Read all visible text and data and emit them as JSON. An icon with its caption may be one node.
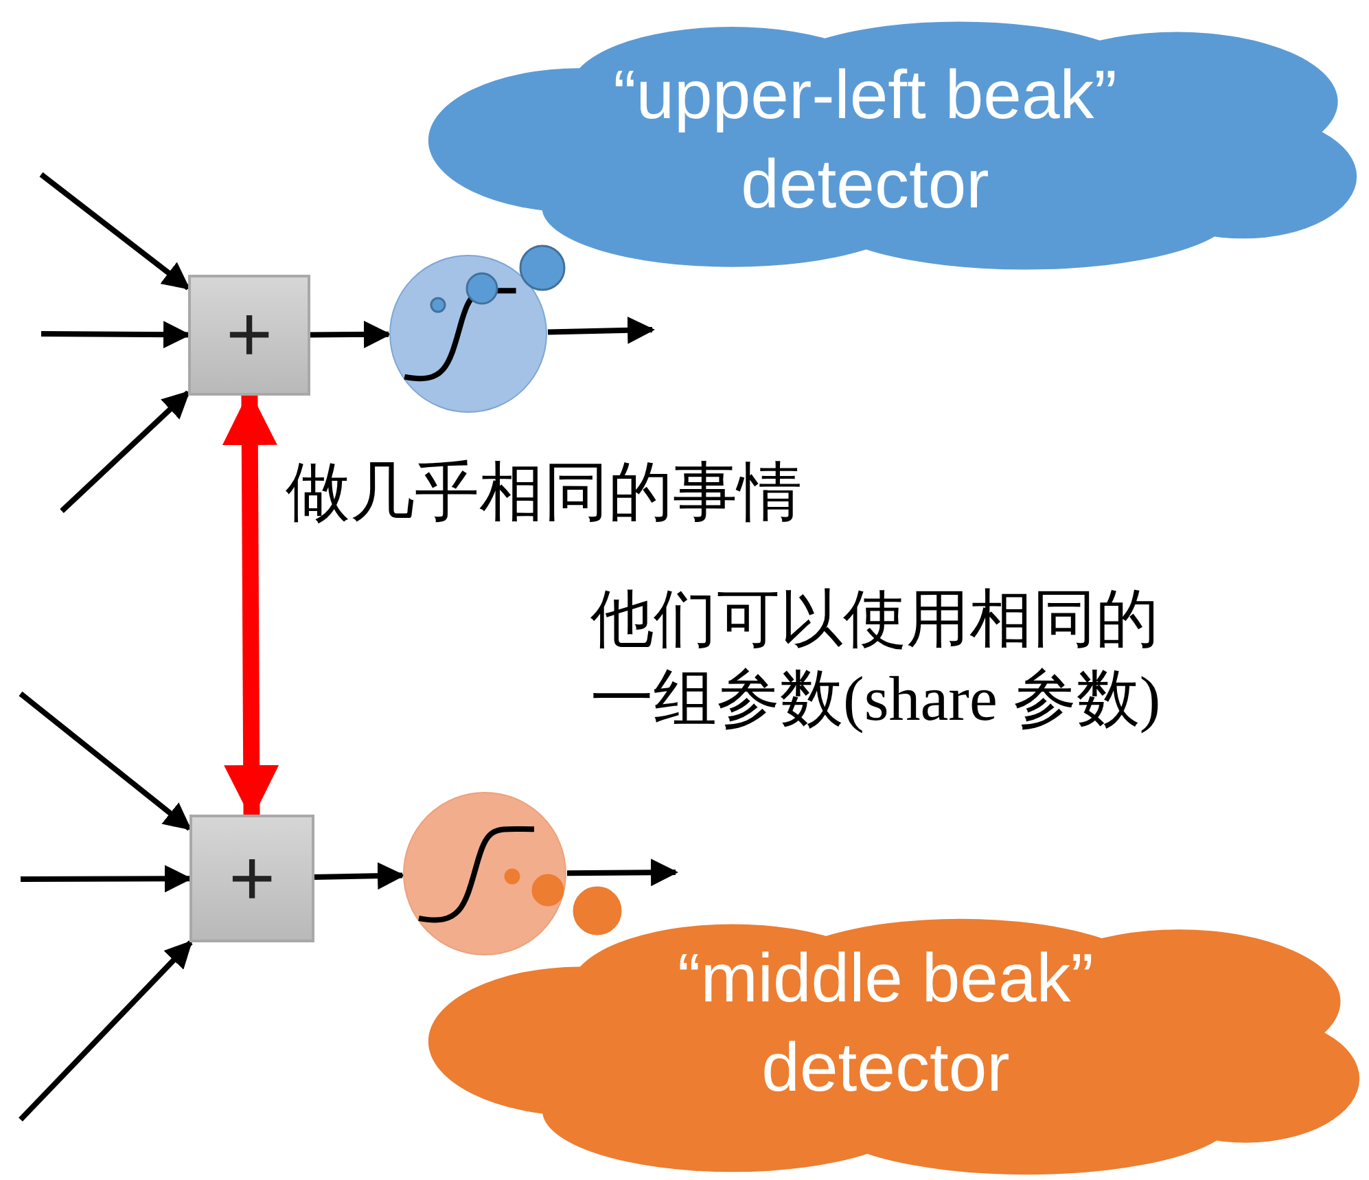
{
  "diagram": {
    "nodes": [
      {
        "text": [
          "“upper-left beak” detector"
        ]
      },
      {
        "text": [
          "+"
        ]
      },
      {
        "text": [],
        "shape": "circle"
      },
      {
        "text": [
          "+"
        ]
      },
      {
        "text": [],
        "shape": "circle"
      },
      {
        "text": [
          "“middle beak” detector"
        ]
      }
    ],
    "edges": [
      {
        "from": null,
        "to": 1,
        "arrow": "to"
      },
      {
        "from": null,
        "to": 1,
        "arrow": "to"
      },
      {
        "from": null,
        "to": 1,
        "arrow": "to"
      },
      {
        "from": 1,
        "to": 2,
        "arrow": "to"
      },
      {
        "from": 2,
        "to": null,
        "arrow": "to"
      },
      {
        "from": 1,
        "to": 3,
        "arrow": "both",
        "style": "thick",
        "color": "#ff0000"
      },
      {
        "from": null,
        "to": 3,
        "arrow": "to"
      },
      {
        "from": null,
        "to": 3,
        "arrow": "to"
      },
      {
        "from": null,
        "to": 3,
        "arrow": "to"
      },
      {
        "from": 3,
        "to": 4,
        "arrow": "to"
      },
      {
        "from": 4,
        "to": null,
        "arrow": "to"
      }
    ],
    "labels": [
      "做几乎相同的事情",
      "他们可以使用相同的一组参数(share 参数)"
    ]
  }
}
